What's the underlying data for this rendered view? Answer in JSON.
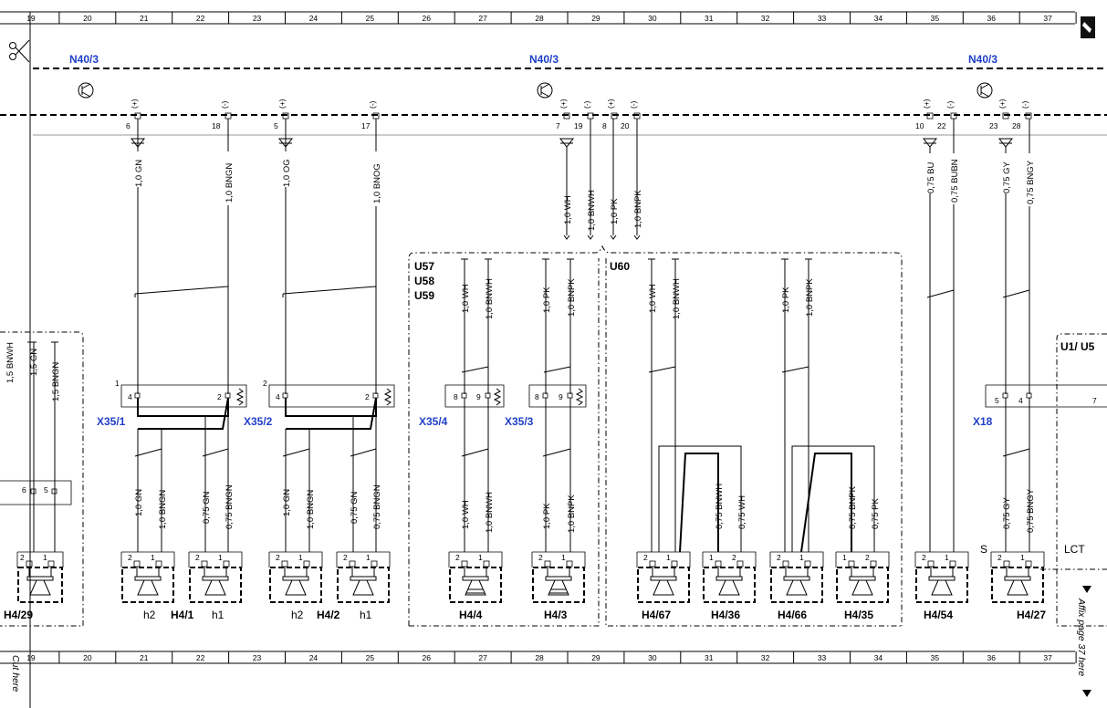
{
  "grid": [
    "19",
    "20",
    "21",
    "22",
    "23",
    "24",
    "25",
    "26",
    "27",
    "28",
    "29",
    "30",
    "31",
    "32",
    "33",
    "34",
    "35",
    "36",
    "37"
  ],
  "modules": {
    "left": "N40/3",
    "mid": "N40/3",
    "right": "N40/3"
  },
  "connectors": {
    "x35_1": "X35/1",
    "x35_2": "X35/2",
    "x35_4": "X35/4",
    "x35_3": "X35/3",
    "x18": "X18"
  },
  "groups": {
    "u57": "U57",
    "u58": "U58",
    "u59": "U59",
    "u60": "U60",
    "u1": "U1/ U5"
  },
  "polarity": {
    "plus": "(+)",
    "minus": "(-)"
  },
  "pins": {
    "p6": "6",
    "p18": "18",
    "p5": "5",
    "p17": "17",
    "p7": "7",
    "p19": "19",
    "p8": "8",
    "p20": "20",
    "p10": "10",
    "p22": "22",
    "p23": "23",
    "p28": "28",
    "n1": "1",
    "n2": "2",
    "n4": "4",
    "n5": "5",
    "n6": "6",
    "n7": "7",
    "n8": "8",
    "n9": "9"
  },
  "wires": {
    "gn10": "1,0 GN",
    "bngn10": "1,0 BNGN",
    "og10": "1,0 OG",
    "bnog10": "1,0 BNOG",
    "wh10": "1,0 WH",
    "bnwh10": "1,0 BNWH",
    "pk10": "1,0 PK",
    "bnpk10": "1,0 BNPK",
    "bu075": "0,75 BU",
    "bubn075": "0,75 BUBN",
    "gy075": "0,75 GY",
    "bngy075": "0,75 BNGY",
    "gn075": "0,75 GN",
    "bngn075": "0,75 BNGN",
    "bnwh075": "0,75 BNWH",
    "wh075": "0,75 WH",
    "bnpk075": "0,75 BNPK",
    "pk075": "0,75 PK",
    "bnwh15": "1,5 BNWH",
    "gn15": "1,5 GN",
    "bngn15": "1,5 BNGN"
  },
  "speakers": {
    "h429": "H4/29",
    "h41": "H4/1",
    "h42": "H4/2",
    "h44": "H4/4",
    "h43": "H4/3",
    "h467": "H4/67",
    "h436": "H4/36",
    "h466": "H4/66",
    "h435": "H4/35",
    "h454": "H4/54",
    "h427": "H4/27",
    "h2a": "h2",
    "h1a": "h1",
    "h2b": "h2",
    "h1b": "h1"
  },
  "misc": {
    "s": "S",
    "lct": "LCT",
    "affix": "Affix page 37 here",
    "cut": "Cut here"
  }
}
